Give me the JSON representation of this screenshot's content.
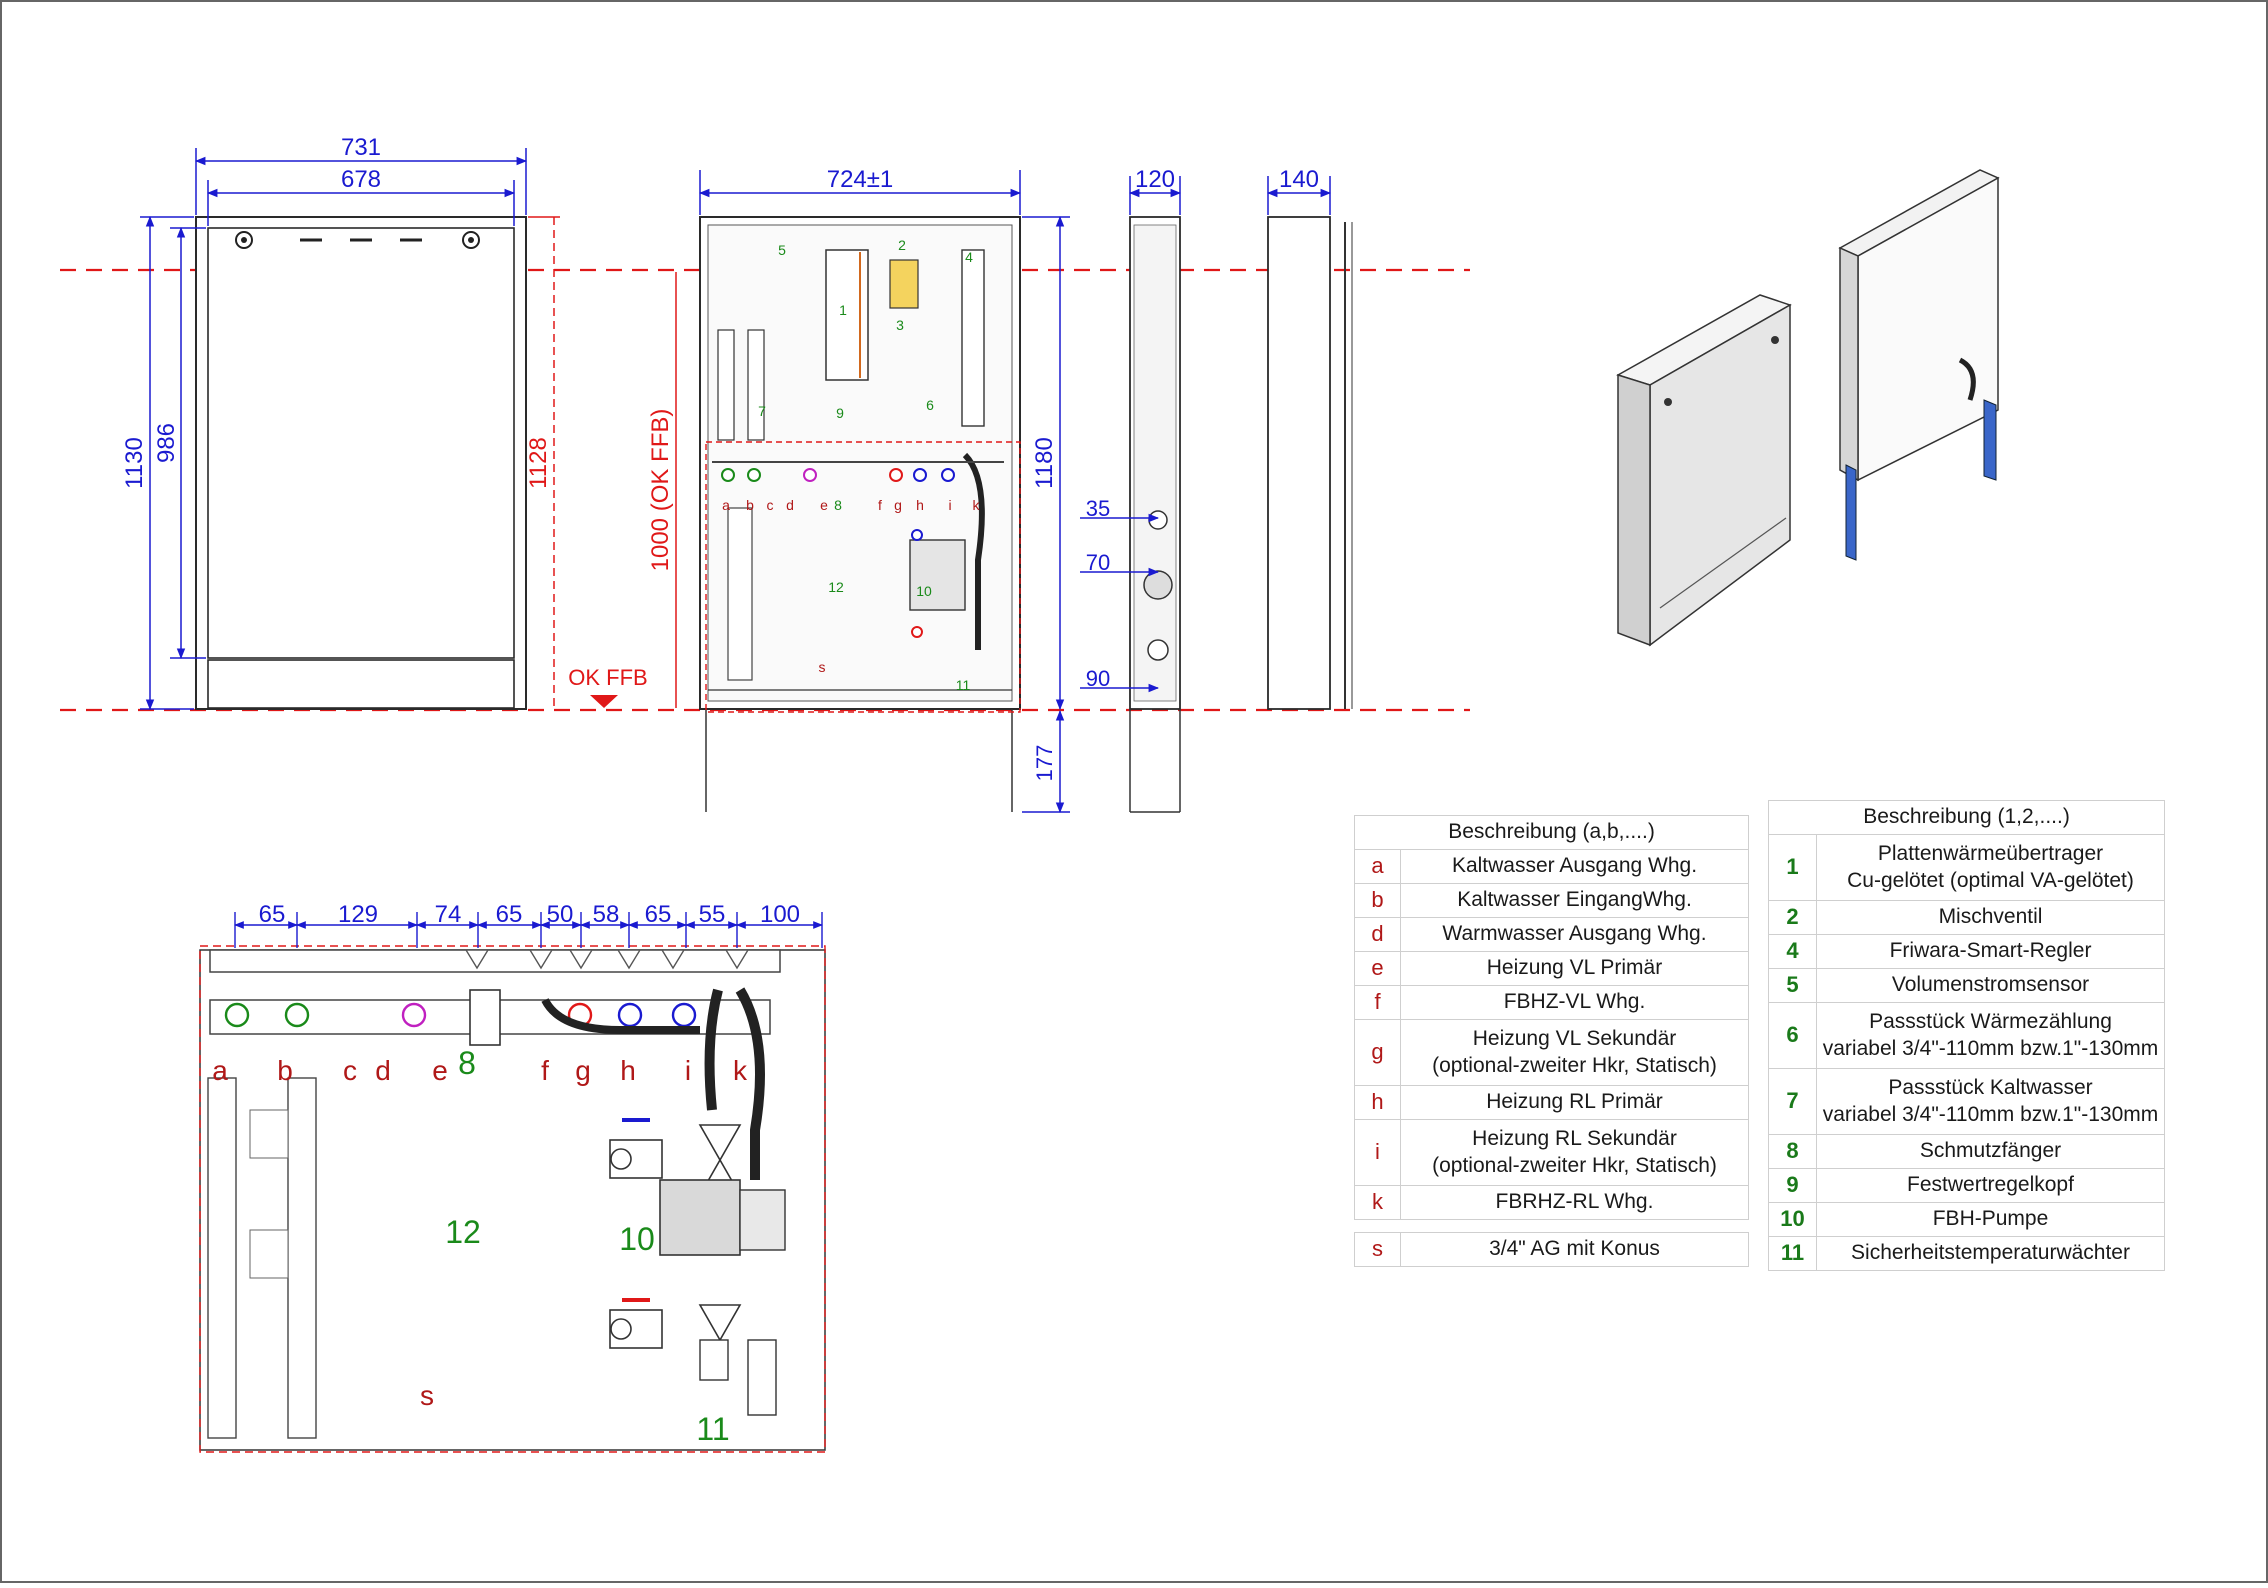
{
  "colors": {
    "dimension": "#1a1ad0",
    "floor_line": "#e01818",
    "label_red": "#b01818",
    "label_green": "#1a8a1a",
    "label_blue": "#1a1ad0",
    "outline": "#2a2a2a"
  },
  "front_view": {
    "dims": {
      "outer_width": "731",
      "inner_width": "678",
      "total_height": "1130",
      "inner_height": "986",
      "right_height": "1128"
    },
    "floor_label": "OK FFB"
  },
  "open_view": {
    "dims": {
      "width": "724±1",
      "height": "1180",
      "mount_height": "1000 (OK FFB)",
      "foot": "177"
    },
    "parts": [
      "1",
      "2",
      "3",
      "4",
      "5",
      "6",
      "7",
      "9",
      "10",
      "11",
      "12"
    ],
    "connections": [
      "a",
      "b",
      "c",
      "d",
      "e",
      "f",
      "g",
      "h",
      "i",
      "k"
    ],
    "s_label": "s",
    "e8": "8"
  },
  "side_view": {
    "dims": {
      "depth1": "120",
      "depth2": "140",
      "d35": "35",
      "d70": "70",
      "d90": "90"
    }
  },
  "detail_view": {
    "spacings": [
      "65",
      "129",
      "74",
      "65",
      "50",
      "58",
      "65",
      "55",
      "100"
    ],
    "letters": [
      "a",
      "b",
      "c",
      "d",
      "e",
      "f",
      "g",
      "h",
      "i",
      "k"
    ],
    "numbers": {
      "n8": "8",
      "n10": "10",
      "n11": "11",
      "n12": "12"
    },
    "s_label": "s"
  },
  "legend_letters": {
    "header": "Beschreibung (a,b,....)",
    "rows": [
      {
        "key": "a",
        "text": "Kaltwasser Ausgang Whg."
      },
      {
        "key": "b",
        "text": "Kaltwasser EingangWhg."
      },
      {
        "key": "d",
        "text": "Warmwasser Ausgang Whg."
      },
      {
        "key": "e",
        "text": "Heizung VL Primär"
      },
      {
        "key": "f",
        "text": "FBHZ-VL Whg."
      },
      {
        "key": "g",
        "text": "Heizung VL Sekundär",
        "text2": "(optional-zweiter Hkr, Statisch)"
      },
      {
        "key": "h",
        "text": "Heizung RL Primär"
      },
      {
        "key": "i",
        "text": "Heizung RL Sekundär",
        "text2": "(optional-zweiter Hkr, Statisch)"
      },
      {
        "key": "k",
        "text": "FBRHZ-RL Whg."
      }
    ],
    "extra": {
      "key": "s",
      "text": "3/4\" AG mit Konus"
    }
  },
  "legend_numbers": {
    "header": "Beschreibung (1,2,....)",
    "rows": [
      {
        "key": "1",
        "text": "Plattenwärmeübertrager",
        "text2": "Cu-gelötet (optimal VA-gelötet)"
      },
      {
        "key": "2",
        "text": "Mischventil"
      },
      {
        "key": "4",
        "text": "Friwara-Smart-Regler"
      },
      {
        "key": "5",
        "text": "Volumenstromsensor"
      },
      {
        "key": "6",
        "text": "Passstück Wärmezählung",
        "text2": "variabel 3/4\"-110mm bzw.1\"-130mm"
      },
      {
        "key": "7",
        "text": "Passstück Kaltwasser",
        "text2": "variabel 3/4\"-110mm bzw.1\"-130mm"
      },
      {
        "key": "8",
        "text": "Schmutzfänger"
      },
      {
        "key": "9",
        "text": "Festwertregelkopf"
      },
      {
        "key": "10",
        "text": "FBH-Pumpe"
      },
      {
        "key": "11",
        "text": "Sicherheitstemperaturwächter"
      }
    ]
  }
}
